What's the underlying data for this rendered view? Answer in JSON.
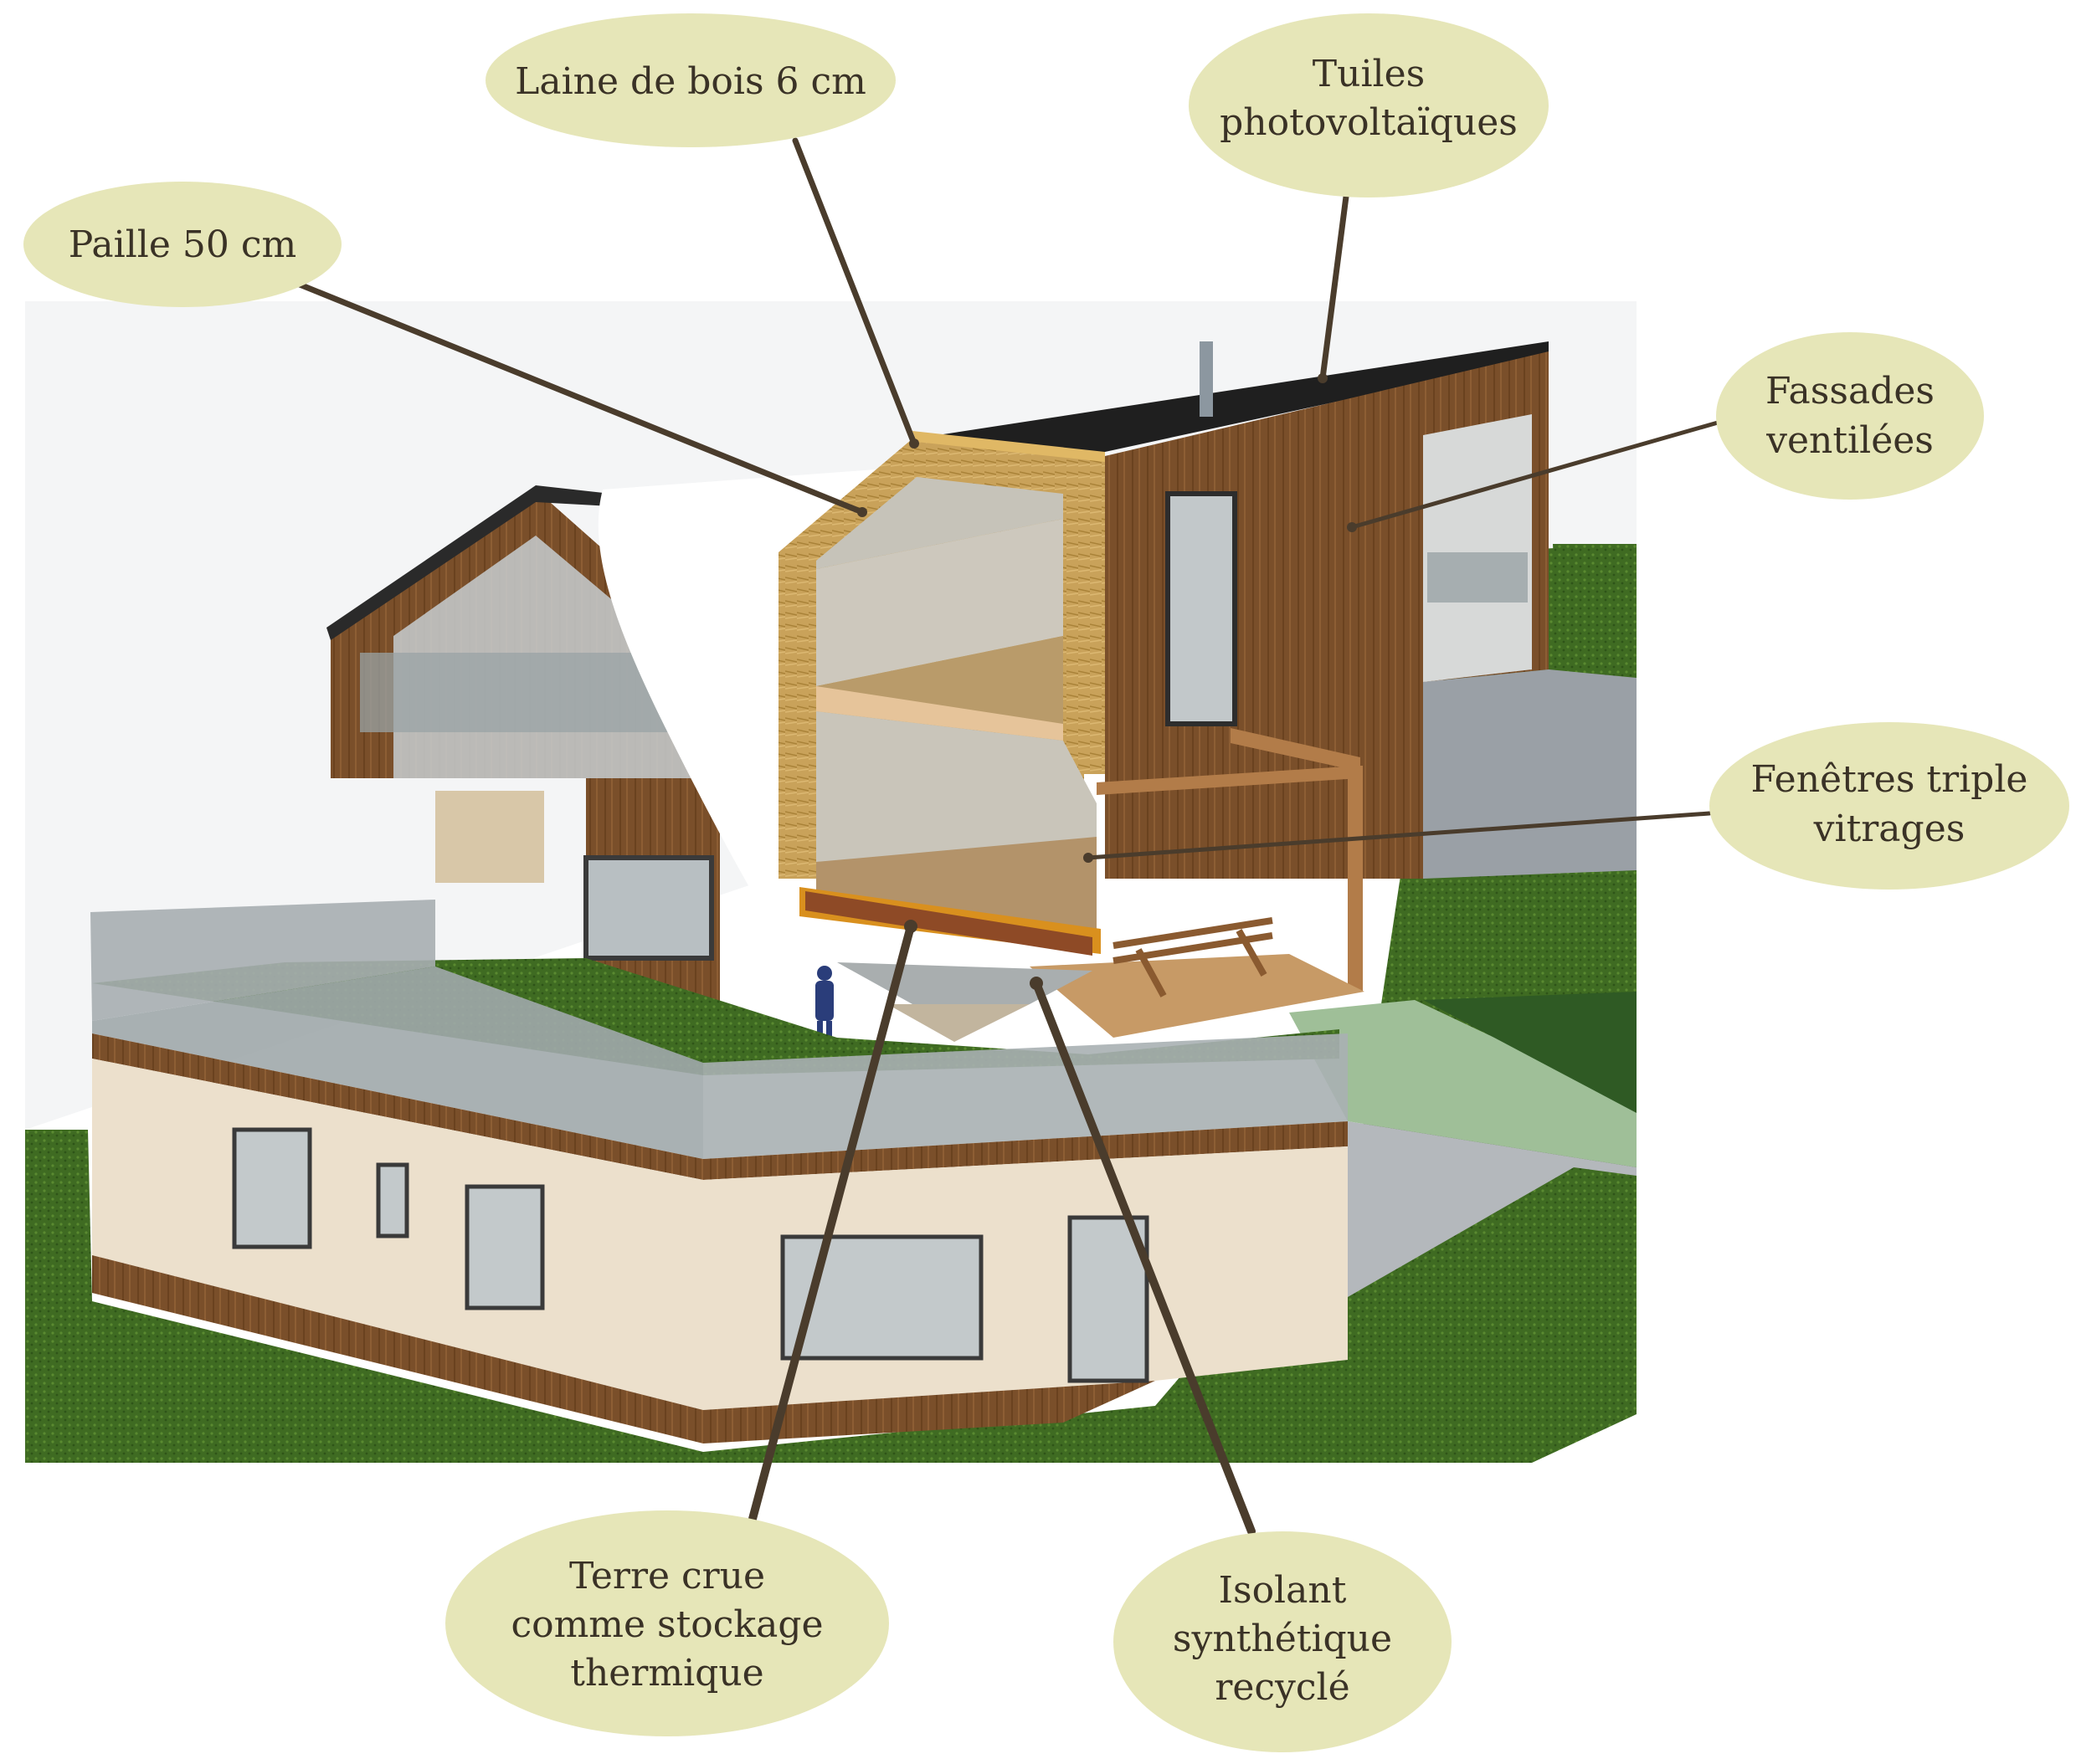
{
  "labels": {
    "laine_de_bois": "Laine de bois 6 cm",
    "tuiles_line1": "Tuiles",
    "tuiles_line2": "photovoltaïques",
    "paille": "Paille 50 cm",
    "fassades_line1": "Fassades",
    "fassades_line2": "ventilées",
    "fenetres_line1": "Fenêtres triple",
    "fenetres_line2": "vitrages",
    "terre_line1": "Terre crue",
    "terre_line2": "comme stockage",
    "terre_line3": "thermique",
    "isolant_line1": "Isolant",
    "isolant_line2": "synthétique",
    "isolant_line3": "recyclé"
  },
  "colors": {
    "bubble": "#e6e6b8",
    "leader": "#4a3c2c",
    "grass": "#3f6b22",
    "wood_cladding": "#7a4f2a",
    "render_wall": "#ece0cc",
    "straw": "#c9a25a",
    "glass": "#9aa3a6",
    "earth": "#8e4a26",
    "insulation": "#d9901e",
    "pond": "#9fbf98"
  }
}
